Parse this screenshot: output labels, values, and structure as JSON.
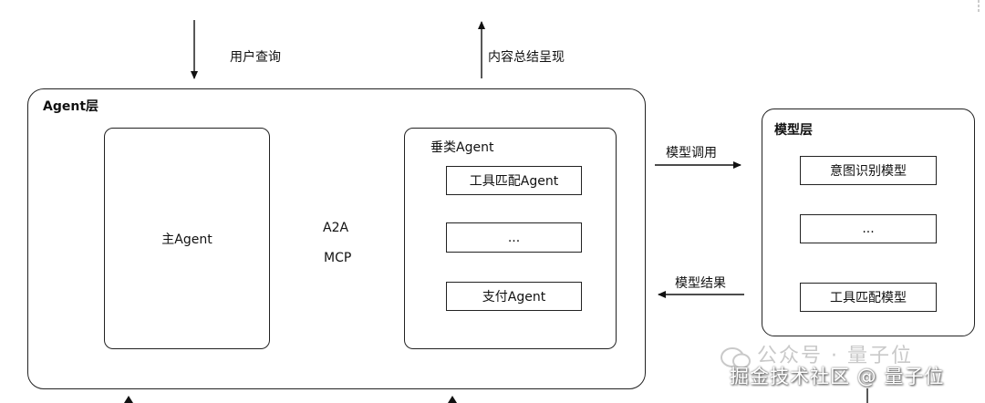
{
  "top": {
    "user_query": "用户查询",
    "content_output": "内容总结呈现"
  },
  "agent_layer": {
    "title": "Agent层",
    "main_agent": "主Agent",
    "protocols": [
      "A2A",
      "MCP"
    ],
    "vertical": {
      "title": "垂类Agent",
      "items": [
        "工具匹配Agent",
        "...",
        "支付Agent"
      ]
    }
  },
  "edges": {
    "model_call": "模型调用",
    "model_result": "模型结果"
  },
  "model_layer": {
    "title": "模型层",
    "items": [
      "意图识别模型",
      "...",
      "工具匹配模型"
    ]
  },
  "watermark": {
    "line1": "公众号 · 量子位",
    "line2": "掘金技术社区 @ 量子位"
  }
}
